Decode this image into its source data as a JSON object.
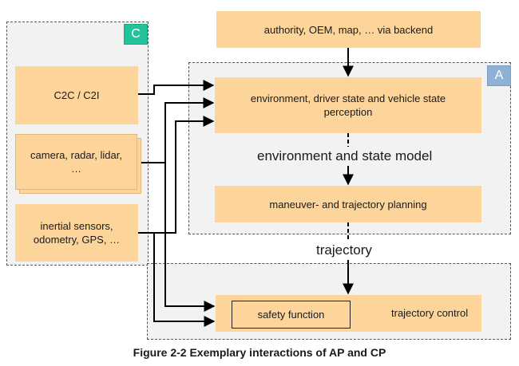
{
  "regions": {
    "c": {
      "tag": "C",
      "tag_color": "#22c39a"
    },
    "a": {
      "tag": "A",
      "tag_color": "#8fb1d6"
    }
  },
  "boxes": {
    "backend": "authority, OEM, map, … via backend",
    "c2c": "C2C / C2I",
    "sensors_line1": "camera, radar, lidar,",
    "sensors_line2": "…",
    "inertial_line1": "inertial sensors,",
    "inertial_line2": "odometry, GPS, …",
    "perception_line1": "environment, driver state and vehicle state",
    "perception_line2": "perception",
    "planning": "maneuver- and trajectory planning",
    "safety": "safety function",
    "control": "trajectory control"
  },
  "labels": {
    "env_model": "environment and state model",
    "trajectory": "trajectory"
  },
  "caption": "Figure 2-2 Exemplary interactions of AP and CP",
  "colors": {
    "box_fill": "#fdd59a",
    "region_fill": "#f2f2f2",
    "line": "#000000"
  }
}
